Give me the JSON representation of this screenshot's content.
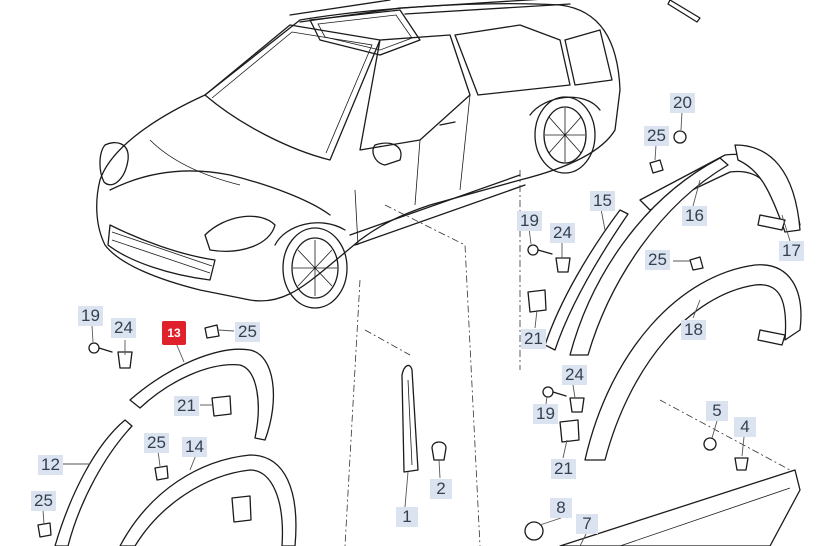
{
  "selected_part": "13",
  "callouts": [
    {
      "id": "c20",
      "label": "20"
    },
    {
      "id": "c25a",
      "label": "25"
    },
    {
      "id": "c19a",
      "label": "19"
    },
    {
      "id": "c24a",
      "label": "24"
    },
    {
      "id": "c15",
      "label": "15"
    },
    {
      "id": "c16",
      "label": "16"
    },
    {
      "id": "c17",
      "label": "17"
    },
    {
      "id": "c25b",
      "label": "25"
    },
    {
      "id": "c21a",
      "label": "21"
    },
    {
      "id": "c18",
      "label": "18"
    },
    {
      "id": "c24b",
      "label": "24"
    },
    {
      "id": "c19b",
      "label": "19"
    },
    {
      "id": "c21b",
      "label": "21"
    },
    {
      "id": "c5",
      "label": "5"
    },
    {
      "id": "c4",
      "label": "4"
    },
    {
      "id": "c8",
      "label": "8"
    },
    {
      "id": "c7",
      "label": "7"
    },
    {
      "id": "c19c",
      "label": "19"
    },
    {
      "id": "c24c",
      "label": "24"
    },
    {
      "id": "c13",
      "label": "13"
    },
    {
      "id": "c25c",
      "label": "25"
    },
    {
      "id": "c21c",
      "label": "21"
    },
    {
      "id": "c12",
      "label": "12"
    },
    {
      "id": "c25d",
      "label": "25"
    },
    {
      "id": "c14",
      "label": "14"
    },
    {
      "id": "c1",
      "label": "1"
    },
    {
      "id": "c2",
      "label": "2"
    },
    {
      "id": "c25e",
      "label": "25"
    }
  ]
}
